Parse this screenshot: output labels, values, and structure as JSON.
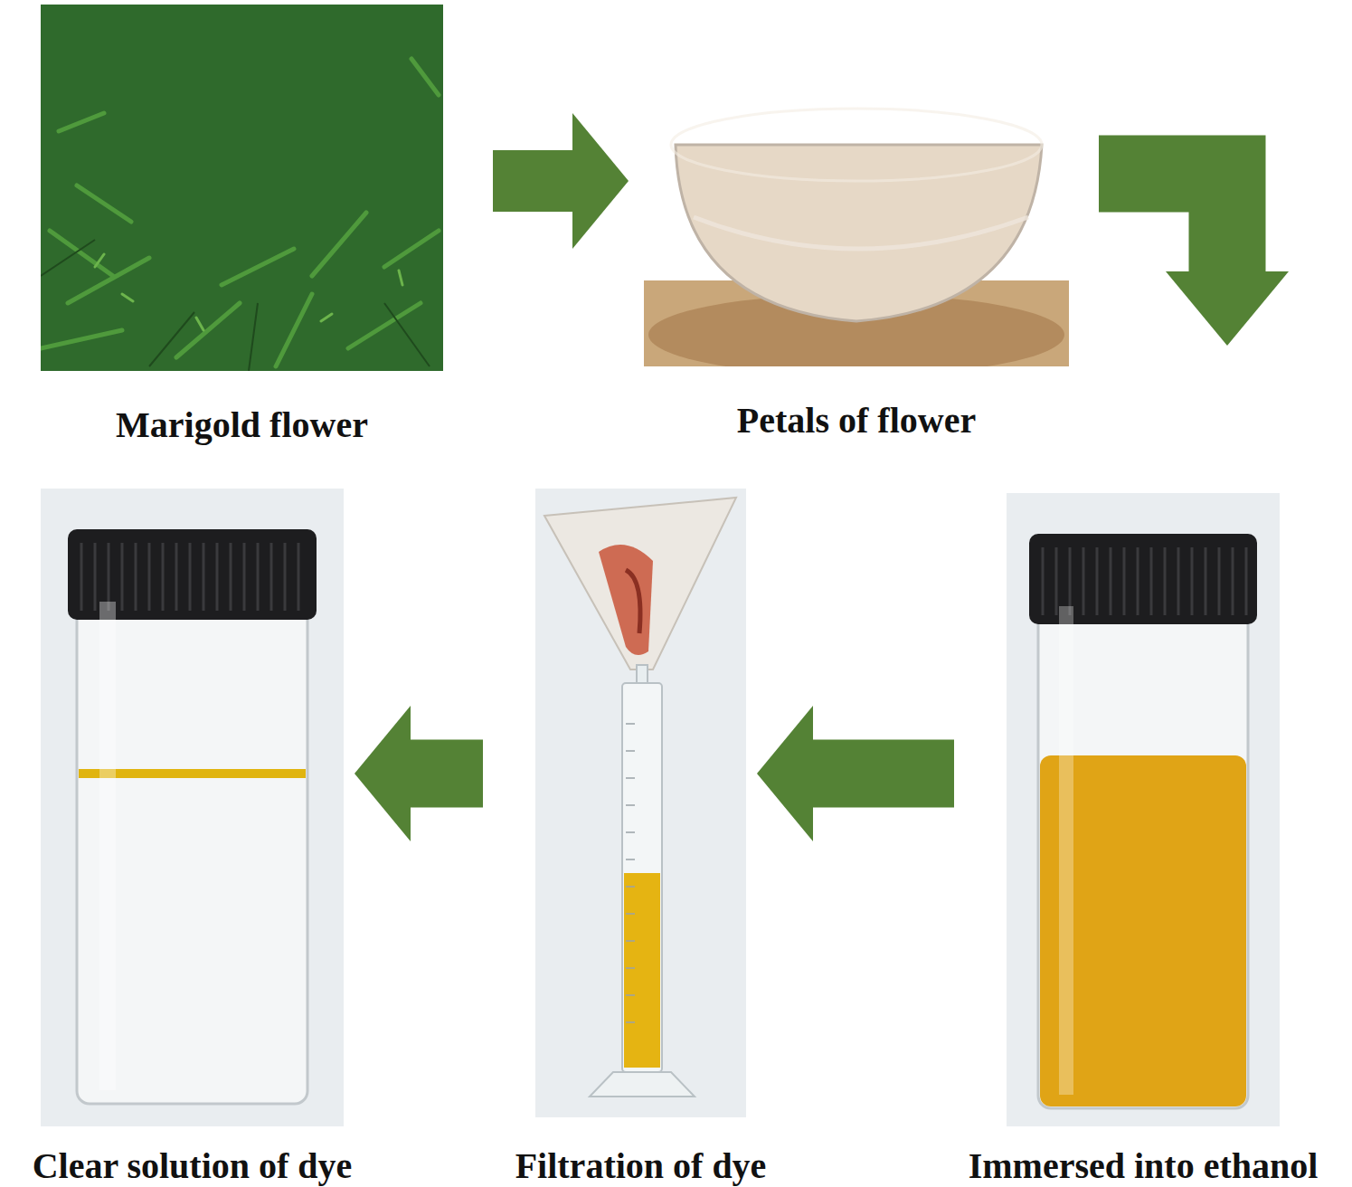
{
  "diagram": {
    "nodes": [
      {
        "text": [
          "Marigold flower"
        ]
      },
      {
        "text": [
          "Petals of flower"
        ]
      },
      {
        "text": [
          "Clear solution of dye"
        ]
      },
      {
        "text": [
          "Filtration of dye"
        ]
      },
      {
        "text": [
          "Immersed into ethanol"
        ]
      }
    ],
    "edges": [
      {
        "from": 0,
        "to": 1,
        "arrow": "to"
      },
      {
        "from": 1,
        "to": 4,
        "arrow": "to"
      },
      {
        "from": 4,
        "to": 3,
        "arrow": "to"
      },
      {
        "from": 3,
        "to": 2,
        "arrow": "to"
      }
    ]
  }
}
